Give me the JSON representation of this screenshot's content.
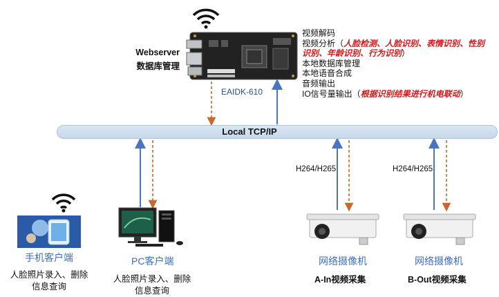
{
  "server": {
    "left_labels": [
      "Webserver",
      "数据库管理"
    ],
    "board_name": "EAIDK-610",
    "features": [
      {
        "text": "视频解码"
      },
      {
        "text": "视频分析（",
        "highlight": "人脸检测、人脸识别、表情识别、性别",
        "suffix": ""
      },
      {
        "text": "",
        "highlight": "识别、年龄识别、行为识别",
        "suffix": "）"
      },
      {
        "text": "本地数据库管理"
      },
      {
        "text": "本地语音合成"
      },
      {
        "text": "音频输出"
      },
      {
        "text": "IO信号量输出（",
        "highlight": "根据识别结果进行机电联动",
        "suffix": "）"
      }
    ]
  },
  "network": {
    "bus_label": "Local TCP/IP"
  },
  "clients": [
    {
      "title": "手机客户端",
      "desc": [
        "人脸照片录入、删除",
        "信息查询"
      ]
    },
    {
      "title": "PC客户端",
      "desc": [
        "人脸照片录入、删除",
        "信息查询"
      ]
    }
  ],
  "cameras": [
    {
      "stream": "H264/H265",
      "title": "网络摄像机",
      "desc": "A-In视频采集"
    },
    {
      "stream": "H264/H265",
      "title": "网络摄像机",
      "desc": "B-Out视频采集"
    }
  ],
  "colors": {
    "solid_arrow": "#4a74c0",
    "dashed_arrow": "#c8692a",
    "highlight": "#d01818"
  }
}
